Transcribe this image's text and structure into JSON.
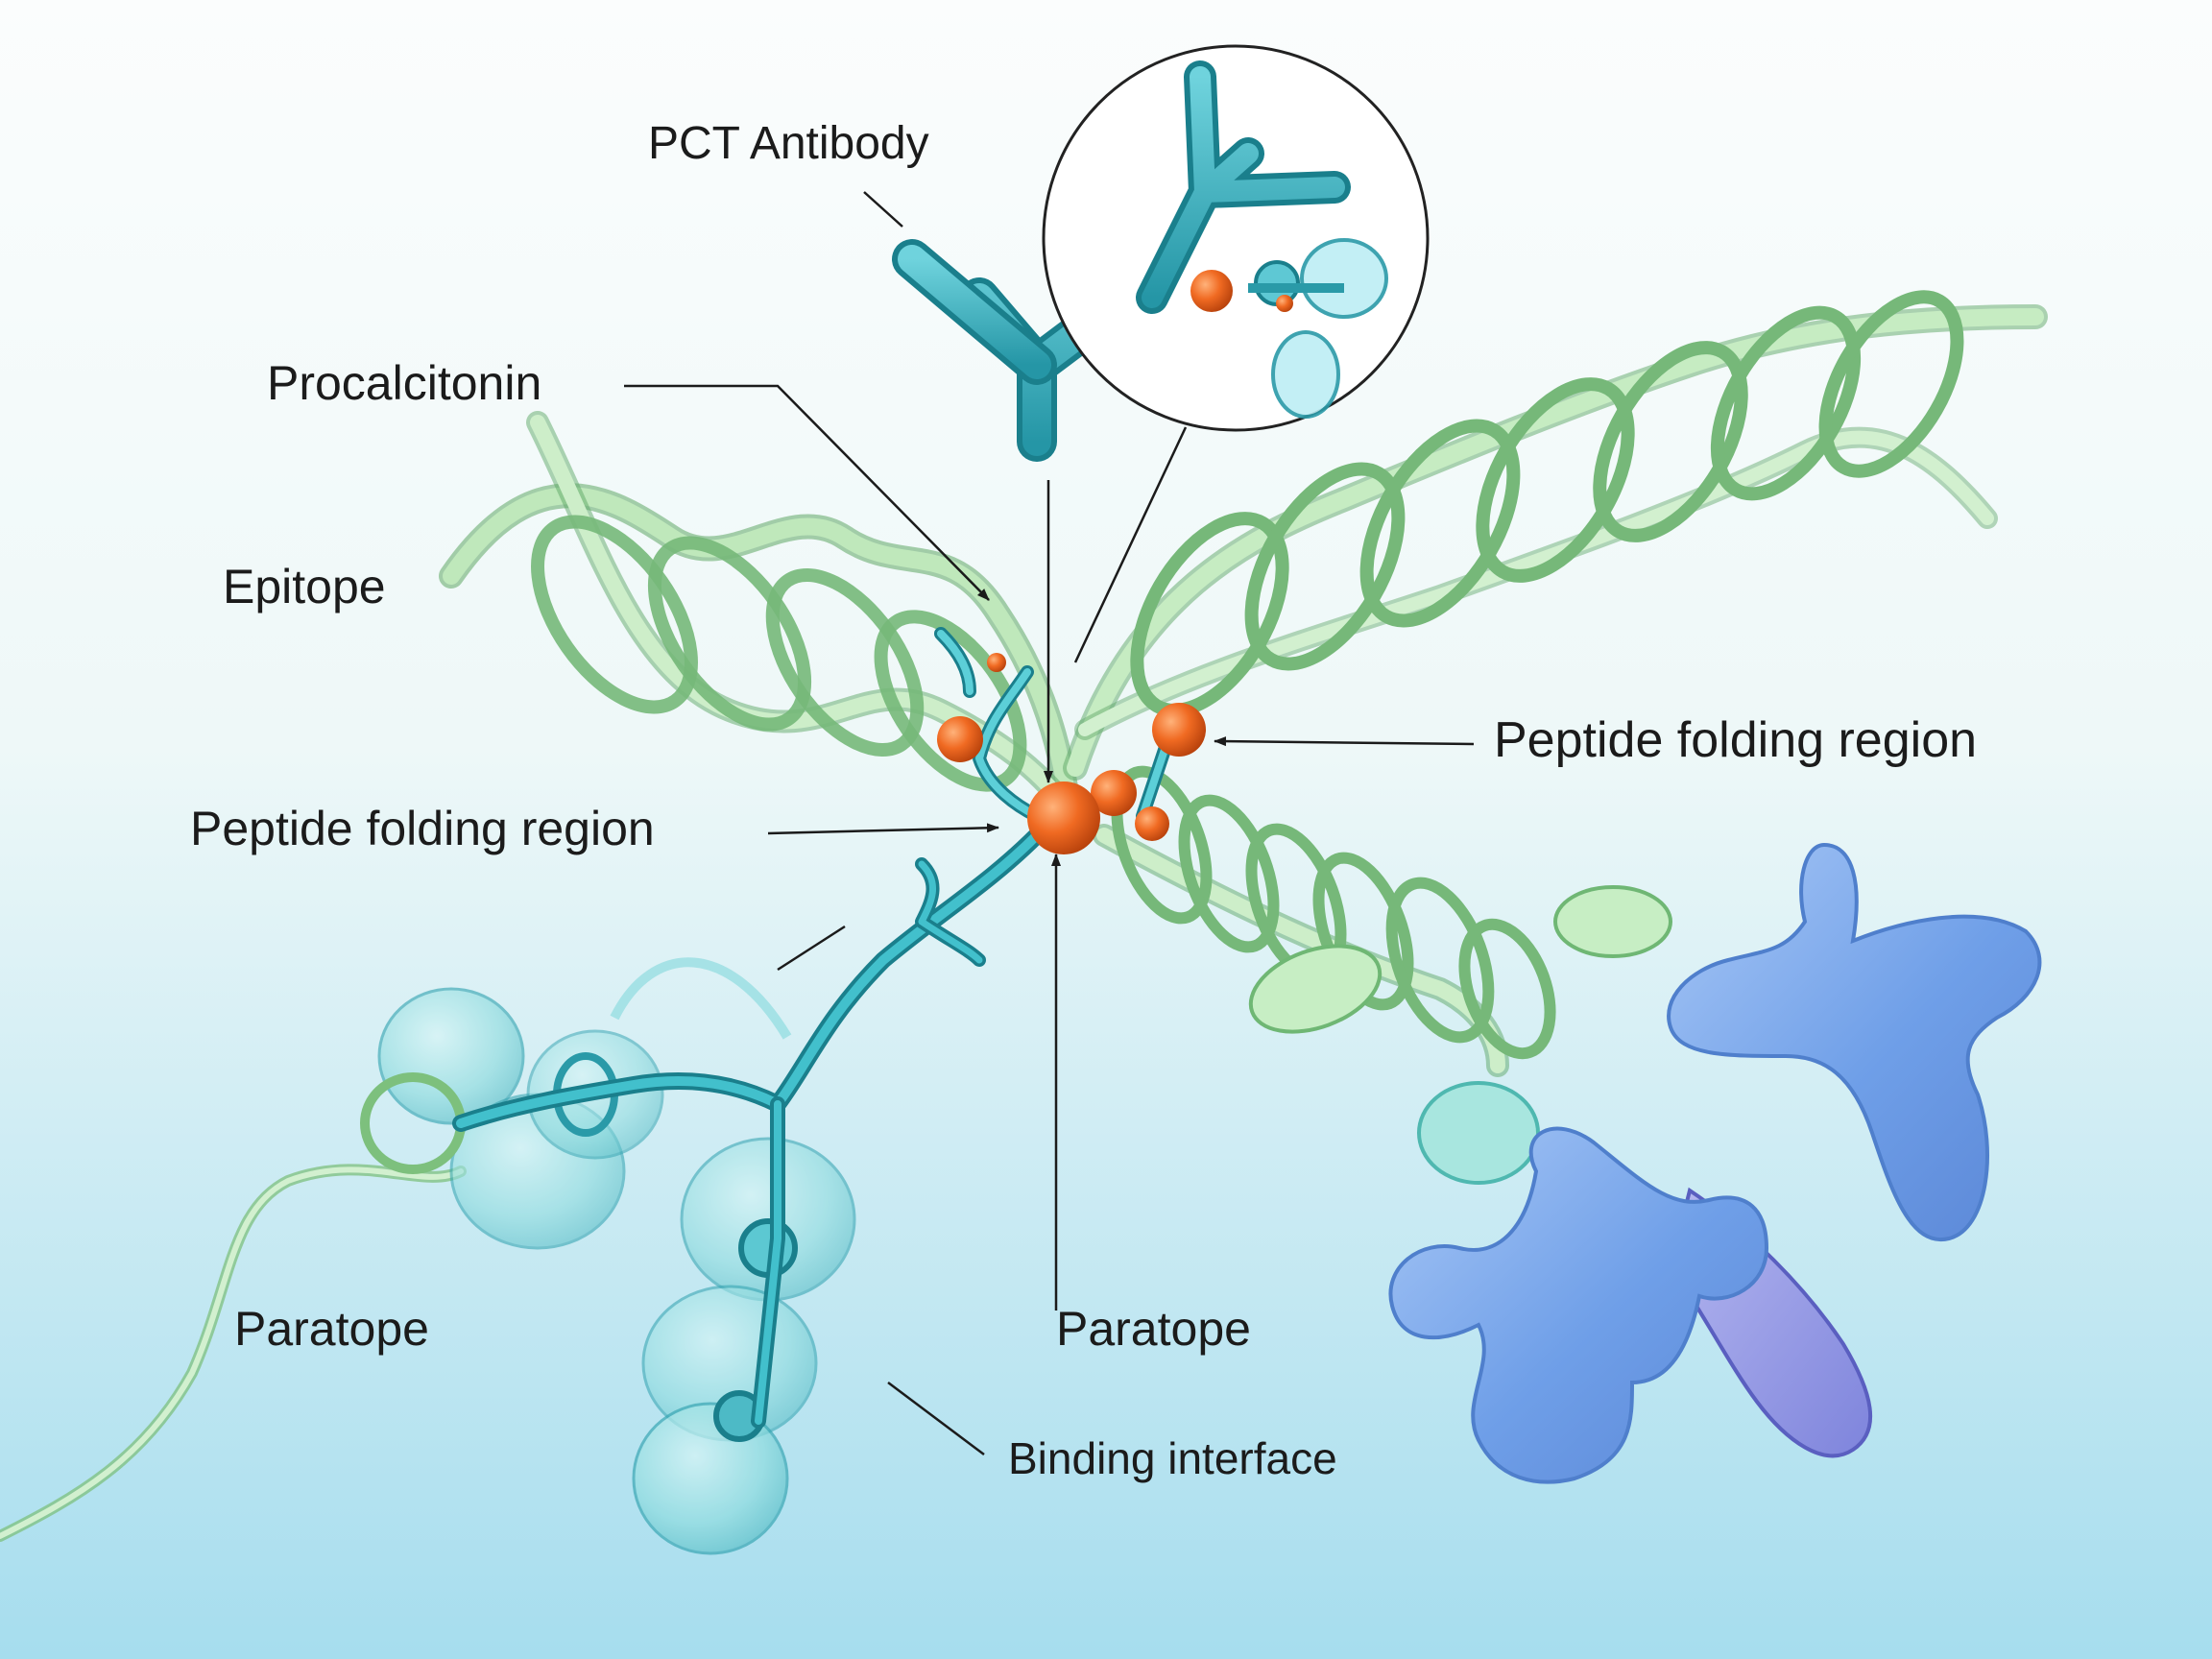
{
  "labels": {
    "pct_antibody": "PCT Antibody",
    "procalcitonin": "Procalcitonin",
    "epitope": "Epitope",
    "peptide_folding_left": "Peptide folding region",
    "peptide_folding_right": "Peptide folding region",
    "paratope_left": "Paratope",
    "paratope_center": "Paratope",
    "binding_interface": "Binding interface"
  },
  "colors": {
    "background_top": "#f9fcfc",
    "background_bottom": "#a9dfee",
    "helix": "#9fd89c",
    "helix_edge": "#5ea765",
    "antibody_teal": "#2aaab8",
    "antibody_teal_dark": "#1a7f8c",
    "binding_site": "#e8631e",
    "blue_protein": "#6c9de8",
    "lavender": "#9a9ee8"
  }
}
